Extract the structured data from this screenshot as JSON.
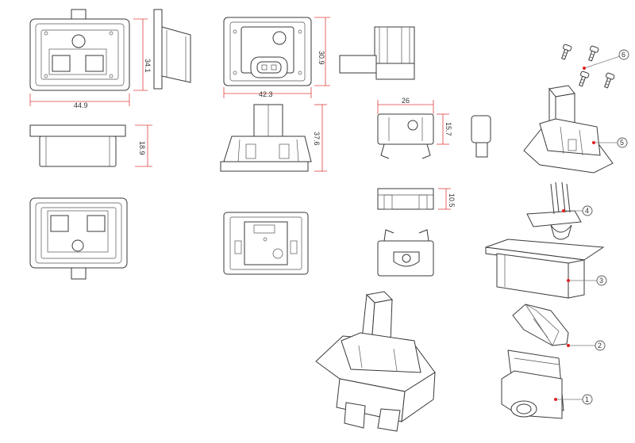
{
  "dimensions": {
    "front_width": "44.9",
    "front_height": "34.1",
    "side_height": "18.9",
    "mid_width": "42.3",
    "mid_height": "30.9",
    "mid_side_height": "37.6",
    "clip_width": "26",
    "clip_height": "15.7",
    "small_height": "10.5"
  },
  "callouts": [
    "1",
    "2",
    "3",
    "4",
    "5",
    "6"
  ],
  "colors": {
    "line": "#3a3a3a",
    "dimension": "#e04040",
    "callout_dot": "#e02020"
  }
}
